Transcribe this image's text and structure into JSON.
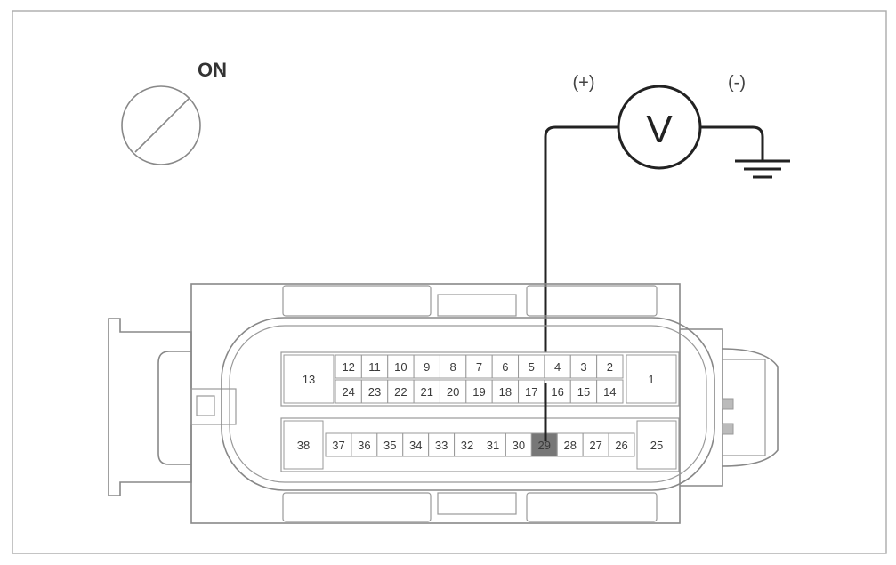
{
  "ignition": {
    "label": "ON"
  },
  "meter": {
    "symbol": "V",
    "positive_label": "(+)",
    "negative_label": "(-)"
  },
  "connector": {
    "top_row_pins": [
      "12",
      "11",
      "10",
      "9",
      "8",
      "7",
      "6",
      "5",
      "4",
      "3",
      "2"
    ],
    "middle_row_pins": [
      "24",
      "23",
      "22",
      "21",
      "20",
      "19",
      "18",
      "17",
      "16",
      "15",
      "14"
    ],
    "bottom_row_pins": [
      "37",
      "36",
      "35",
      "34",
      "33",
      "32",
      "31",
      "30",
      "29",
      "28",
      "27",
      "26"
    ],
    "left_large_top": "13",
    "right_large_top": "1",
    "left_large_bottom": "38",
    "right_large_bottom": "25",
    "probed_pin": "29"
  },
  "colors": {
    "frame": "#9a9a9a",
    "probe_wire": "#222222",
    "highlight_pin": "#777777"
  }
}
